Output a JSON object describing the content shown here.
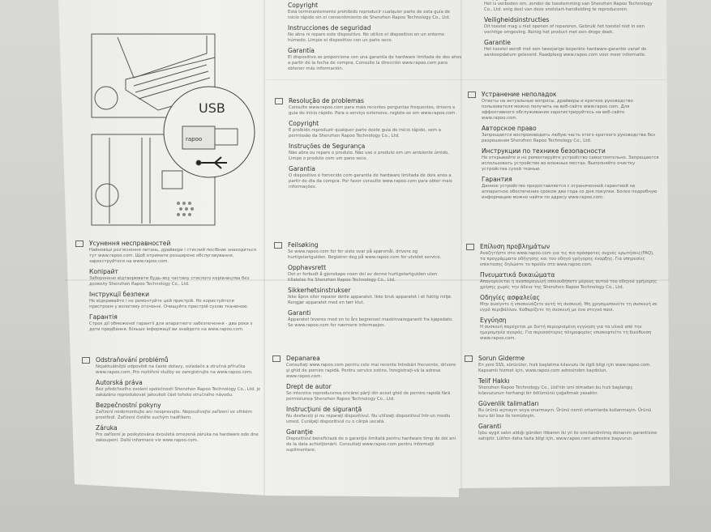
{
  "illustration": {
    "usb_label": "USB",
    "brand_on_dongle": "rapoo"
  },
  "sections": [
    {
      "key": "es",
      "icon": false,
      "items": [
        {
          "heading": "Copyright",
          "body": "Está terminantemente prohibido reproducir cualquier parte de esta guía de inicio rápido sin el consentimiento de Shenzhen Rapoo Technology Co., Ltd."
        },
        {
          "heading": "Instrucciones de seguridad",
          "body": "No abra ni repare este dispositivo. No utilice el dispositivo en un entorno húmedo. Limpie el dispositivo con un paño seco."
        },
        {
          "heading": "Garantía",
          "body": "El dispositivo se proporciona con una garantía de hardware limitada de dos años a partir de la fecha de compra. Consulte la dirección www.rapoo.com para obtener más información."
        }
      ]
    },
    {
      "key": "nl",
      "icon": false,
      "items": [
        {
          "heading": "Copyright",
          "body": "Het is verboden om, zonder de toestemming van Shenzhen Rapoo Technology Co., Ltd. enig deel van deze snelstart-handleiding te reproduceren."
        },
        {
          "heading": "Veiligheidsinstructies",
          "body": "Dit toestel mag u niet openen of repareren. Gebruik het toestel niet in een vochtige omgeving. Reinig het product met een droge doek."
        },
        {
          "heading": "Garantie",
          "body": "Het toestel wordt met een tweejarige beperkte hardware-garantie vanaf de aankoopdatum geleverd. Raadpleeg www.rapoo.com voor meer informatie."
        }
      ]
    },
    {
      "key": "pt",
      "icon": true,
      "items": [
        {
          "heading": "Resolução de problemas",
          "body": "Consulte www.rapoo.com para mais recentes perguntas frequentes, drivers e guia de início rápido. Para o serviço extensivo, registe-se em www.rapoo.com."
        },
        {
          "heading": "Copyright",
          "body": "É proibido reproduzir qualquer parte deste guia de início rápido, sem a permissão da Shenzhen Rapoo Technology Co., Ltd."
        },
        {
          "heading": "Instruções de Segurança",
          "body": "Não abra ou repare o produto. Não use o produto em um ambiente úmido. Limpe o produto com um pano seco."
        },
        {
          "heading": "Garantia",
          "body": "O dispositivo é fornecido com garantia de hardware limitada de dois anos a partir do dia da compra. Por favor consulte www.rapoo.com para obter mais informações."
        }
      ]
    },
    {
      "key": "ru",
      "icon": true,
      "items": [
        {
          "heading": "Устранение неполадок",
          "body": "Ответы на актуальные вопросы, драйверы и краткое руководство пользователя можно получить на веб-сайте www.rapoo.com. Для эффективного обслуживания зарегистрируйтесь на веб-сайте www.rapoo.com."
        },
        {
          "heading": "Авторское право",
          "body": "Запрещается воспроизводить любую часть этого краткого руководства без разрешения Shenzhen Rapoo Technology Co., Ltd."
        },
        {
          "heading": "Инструкции по технике безопасности",
          "body": "Не открывайте и не ремонтируйте устройство самостоятельно. Запрещается использовать устройство во влажных местах. Выполняйте очистку устройства сухой тканью."
        },
        {
          "heading": "Гарантия",
          "body": "Данное устройство предоставляется с ограниченной гарантией на аппаратное обеспечение сроком два года со дня покупки. Более подробную информацию можно найти по адресу www.rapoo.com."
        }
      ]
    },
    {
      "key": "ua",
      "icon": true,
      "items": [
        {
          "heading": "Усунення несправностей",
          "body": "Найновіші роз'яснення питань, драйвери і стислий посібник знаходяться тут www.rapoo.com. Щоб отримати розширене обслуговування, зареєструйтеся на www.rapoo.com."
        },
        {
          "heading": "Копірайт",
          "body": "Заборонено відтворювати будь-яку частину стислого керівництва без дозволу Shenzhen Rapoo Technology Co., Ltd."
        },
        {
          "heading": "Інструкції безпеки",
          "body": "Не відкривайте і не ремонтуйте цей пристрій. Не користуйтеся пристроєм у вологому оточенні. Очищуйте пристрій сухою тканиною."
        },
        {
          "heading": "Гарантія",
          "body": "Строк дії обмеженої гарантії для апаратного забезпечення - два роки з дати придбання. Більше інформації ви знайдете на www.rapoo.com."
        }
      ]
    },
    {
      "key": "no",
      "icon": true,
      "items": [
        {
          "heading": "Feilsøking",
          "body": "Se www.rapoo.com for for siste svar på spørsmål, drivere og hurtigstartguiden. Registrer deg på www.rapoo.com for utvidet service."
        },
        {
          "heading": "Opphavsrett",
          "body": "Det er forbudt å gjenskape noen del av denne hurtigstartguiden uten tillatelse fra Shenzhen Rapoo Technology Co., Ltd."
        },
        {
          "heading": "Sikkerhetsinstrukser",
          "body": "Ikke åpne eller reparer dette apparatet. Ikke bruk apparatet i et fuktig miljø. Rengjør apparatet med en tørr klut."
        },
        {
          "heading": "Garanti",
          "body": "Apparatet leveres med en to års begrenset maskinvaregaranti fra kjøpsdato. Se www.rapoo.com for nærmere informasjon."
        }
      ]
    },
    {
      "key": "gr",
      "icon": true,
      "items": [
        {
          "heading": "Επίλυση προβλημάτων",
          "body": "Αναζητήστε στο www.rapoo.com για τις πιο πρόσφατες συχνές ερωτήσεις(FAQ), τα προγράμματα οδήγησης και τον οδηγό γρήγορης έναρξης. Για υπηρεσίες επέκτασης δηλώστε το προϊόν στο www.rapoo.com."
        },
        {
          "heading": "Πνευματικά δικαιώματα",
          "body": "Απαγορεύεται η αναπαραγωγή οποιουδήποτε μέρους αυτού του οδηγού γρήγορης χρήσης χωρίς την άδεια της Shenzhen Rapoo Technology Co., Ltd."
        },
        {
          "heading": "Οδηγίες ασφαλείας",
          "body": "Μην ανοίγετε ή επισκευάζετε αυτή τη συσκευή. Μη χρησιμοποιείτε τη συσκευή σε υγρό περιβάλλον. Καθαρίζετε τη συσκευή με ένα στεγνό πανί."
        },
        {
          "heading": "Εγγύηση",
          "body": "Η συσκευή παρέχεται με διετή περιορισμένη εγγύηση για τα υλικά από την ημερομηνία αγοράς. Για περισσότερες πληροφορίες επισκεφτείτε τη διεύθυνση www.rapoo.com."
        }
      ]
    },
    {
      "key": "cz",
      "icon": true,
      "items": [
        {
          "heading": "Odstraňování problémů",
          "body": "Nejaktuálnější odpovědi na časté dotazy, ovladače a stručná příručka www.rapoo.com. Pro rozšíření služby se zaregistrujte na www.rapoo.com."
        },
        {
          "heading": "Autorská práva",
          "body": "Bez předchozího svolení společnosti Shenzhen Rapoo Technology Co., Ltd. je zakázáno reprodukovat jakoukoli část tohoto stručného návodu."
        },
        {
          "heading": "Bezpečnostní pokyny",
          "body": "Zařízení nedemontujte ani neopravujte. Nepoužívejte zařízení ve vlhkém prostředí. Zařízení čistěte suchým hadříkem."
        },
        {
          "heading": "Záruka",
          "body": "Pro zařízení je poskytována dvouletá omezená záruka na hardware ode dne zakoupení. Další informace viz www.rapoo.com."
        }
      ]
    },
    {
      "key": "ro",
      "icon": true,
      "items": [
        {
          "heading": "Depanarea",
          "body": "Consultaţi www.rapoo.com pentru cele mai recente întrebări frecvente, drivere şi ghid de pornire rapidă. Pentru service extins, înregistraţi-vă la adresa www.rapoo.com."
        },
        {
          "heading": "Drept de autor",
          "body": "Se interzice reproducerea oricărei părţi din acest ghid de pornire rapidă fără permisiunea Shenzhen Rapoo Technology Co., Ltd."
        },
        {
          "heading": "Instrucţiuni de siguranţă",
          "body": "Nu desfaceţi şi nu reparaţi dispozitivul. Nu utilizaţi dispozitivul într-un mediu umed. Curăţaţi dispozitivul cu o cârpă uscată."
        },
        {
          "heading": "Garanţie",
          "body": "Dispozitivul beneficiază de o garanţie limitată pentru hardware timp de doi ani de la data achiziţionării. Consultaţi www.rapoo.com pentru informaţii suplimentare."
        }
      ]
    },
    {
      "key": "tr",
      "icon": true,
      "items": [
        {
          "heading": "Sorun Giderme",
          "body": "En yeni SSS, sürücüler, hızlı başlatma kılavuzu ile ilgili bilgi için www.rapoo.com. Kapsamlı hizmet için, www.rapoo.com adresinden kaydolun."
        },
        {
          "heading": "Telif Hakkı",
          "body": "Shenzhen Rapoo Technology Co., Ltd'nin izni olmadan bu hızlı başlangıç kılavuzunun herhangi bir bölümünü çoğaltmak yasaktır."
        },
        {
          "heading": "Güvenlik talimatları",
          "body": "Bu ürünü açmayın veya onarmayın. Ürünü nemli ortamlarda kullanmayın. Ürünü kuru bir bez ile temizleyin."
        },
        {
          "heading": "Garanti",
          "body": "İşbu aygıt satın aldığı günden itibaren iki yıl ile sınırlandırılmış donanım garantisine sahiptir. Lütfen daha fazla bilgi için, www.rapoo.com adresine başvurun."
        }
      ]
    }
  ]
}
